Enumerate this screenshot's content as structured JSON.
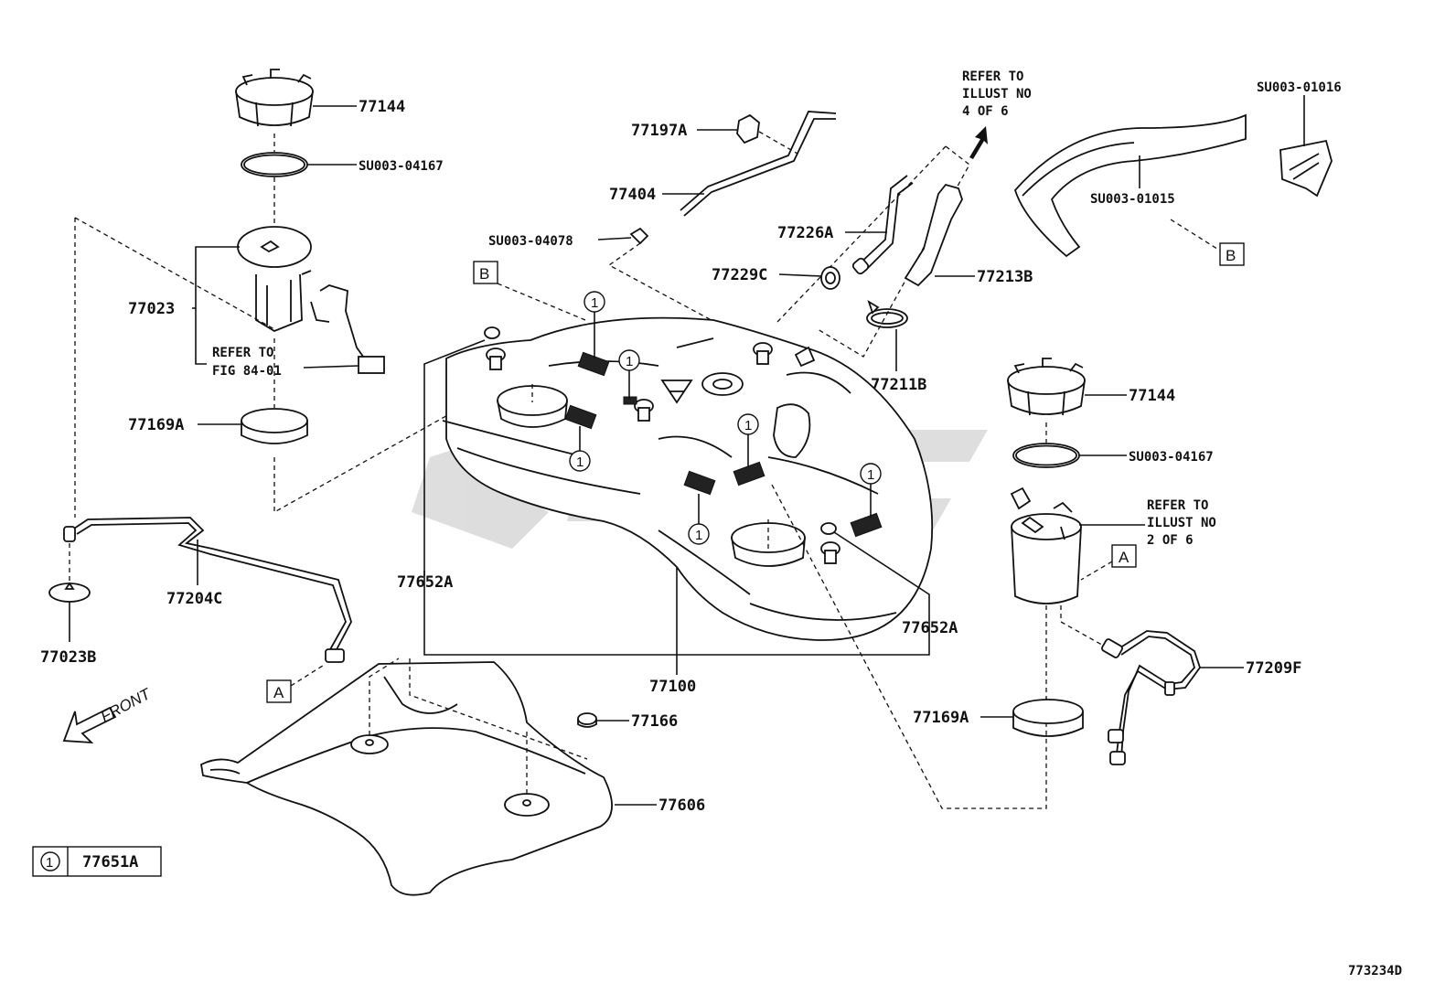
{
  "diagram": {
    "code": "773234D",
    "front_label": "FRONT",
    "legend": {
      "symbol": "1",
      "part": "77651A"
    },
    "parts": {
      "p77144_top": "77144",
      "pSU04167_top": "SU003-04167",
      "p77023": "77023",
      "p77169A_left": "77169A",
      "p77204C": "77204C",
      "p77023B": "77023B",
      "p77197A": "77197A",
      "p77404": "77404",
      "pSU04078": "SU003-04078",
      "p77226A": "77226A",
      "p77229C": "77229C",
      "p77213B": "77213B",
      "p77211B": "77211B",
      "pSU01016": "SU003-01016",
      "pSU01015": "SU003-01015",
      "p77652A_left": "77652A",
      "p77652A_right": "77652A",
      "p77100": "77100",
      "p77166": "77166",
      "p77606": "77606",
      "p77144_right": "77144",
      "pSU04167_right": "SU003-04167",
      "p77209F": "77209F",
      "p77169A_right": "77169A"
    },
    "notes": {
      "refer_fig_line1": "REFER TO",
      "refer_fig_line2": "FIG 84-01",
      "refer_illust4_line1": "REFER TO",
      "refer_illust4_line2": "ILLUST NO",
      "refer_illust4_line3": "4 OF 6",
      "refer_illust2_line1": "REFER TO",
      "refer_illust2_line2": "ILLUST NO",
      "refer_illust2_line3": "2 OF 6"
    },
    "box_markers": {
      "a": "A",
      "b": "B"
    }
  }
}
